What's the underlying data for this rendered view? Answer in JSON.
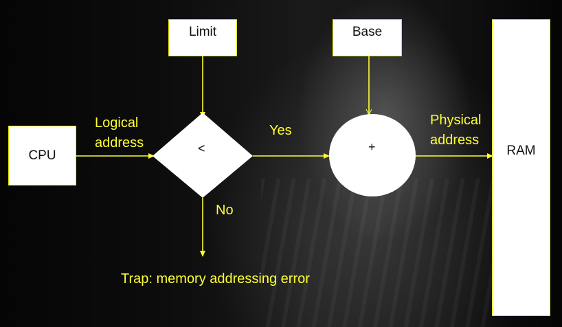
{
  "diagram": {
    "nodes": {
      "cpu": "CPU",
      "limit": "Limit",
      "base": "Base",
      "ram": "RAM",
      "compare_symbol": "<",
      "add_symbol": "+"
    },
    "edge_labels": {
      "logical_address_1": "Logical",
      "logical_address_2": "address",
      "yes": "Yes",
      "no": "No",
      "physical_address_1": "Physical",
      "physical_address_2": "address",
      "trap": "Trap: memory addressing error"
    },
    "colors": {
      "line": "#ffff33",
      "node_fill": "#ffffff",
      "label": "#ffff33"
    }
  }
}
